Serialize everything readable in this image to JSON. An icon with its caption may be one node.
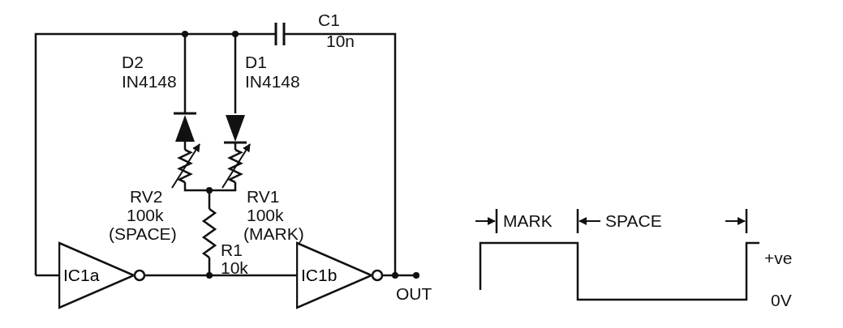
{
  "diagram": {
    "nodes": [
      {
        "text": [
          "IC1a"
        ]
      },
      {
        "text": [
          "IC1b"
        ]
      }
    ],
    "edges": [
      {
        "from": 0,
        "to": 1,
        "arrow": "none"
      }
    ],
    "labels": [
      "C1",
      "10n",
      "D2",
      "IN4148",
      "D1",
      "IN4148",
      "RV2",
      "100k",
      "(SPACE)",
      "RV1",
      "100k",
      "(MARK)",
      "R1",
      "10k",
      "MARK",
      "SPACE",
      "+ve",
      "OUT",
      "0V"
    ]
  }
}
